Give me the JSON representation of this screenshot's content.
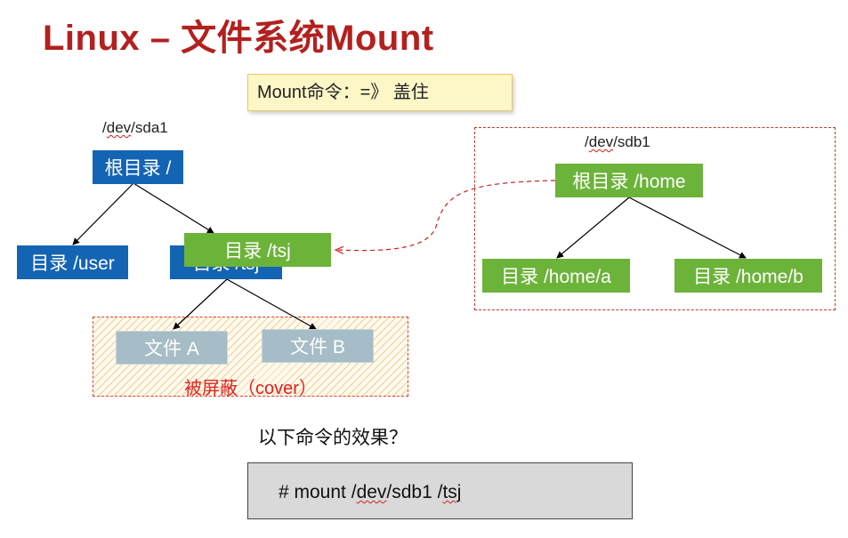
{
  "title": "Linux – 文件系统Mount",
  "note": {
    "text": "Mount命令：=》 盖住"
  },
  "left_tree": {
    "device": {
      "prefix": "/",
      "dev": "dev",
      "rest": "/sda1"
    },
    "root": "根目录 /",
    "user_dir": "目录 /user",
    "tsj_dir_hidden": "目录 /tsj",
    "mounted_tsj": "目录 /tsj",
    "files": [
      "文件 A",
      "文件 B"
    ],
    "cover_label": "被屏蔽（cover）"
  },
  "right_tree": {
    "device": {
      "prefix": "/",
      "dev": "dev",
      "rest": "/sdb1"
    },
    "root": "根目录 /home",
    "children": [
      "目录 /home/a",
      "目录 /home/b"
    ]
  },
  "question": "以下命令的效果？",
  "command": {
    "prefix": "# mount  /",
    "dev": "dev",
    "middle": "/sdb1  /",
    "tsj": "tsj"
  },
  "colors": {
    "title": "#b3201e",
    "blue_node": "#1464b4",
    "green_node": "#6cb33a",
    "cover_text": "#e0211b",
    "dashed_border": "#c0392b"
  }
}
